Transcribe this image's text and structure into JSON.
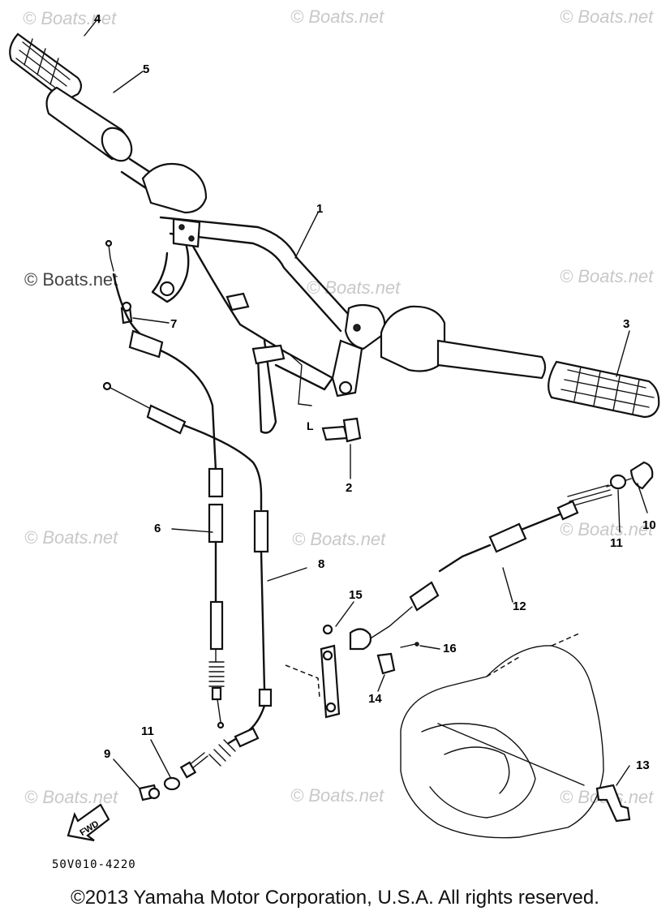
{
  "diagram": {
    "drawing_code": "50V010-4220",
    "fwd_label": "FWD",
    "callouts": [
      "1",
      "2",
      "3",
      "4",
      "5",
      "6",
      "7",
      "8",
      "9",
      "10",
      "11",
      "11",
      "12",
      "13",
      "14",
      "15",
      "16"
    ]
  },
  "watermarks": [
    "© Boats.net",
    "© Boats.net",
    "© Boats.net",
    "© Boats.net",
    "© Boats.net",
    "© Boats.net",
    "© Boats.net",
    "© Boats.net",
    "© Boats.net",
    "© Boats.net",
    "© Boats.net",
    "© Boats.net"
  ],
  "copyright": "©2013 Yamaha Motor Corporation, U.S.A. All rights reserved."
}
